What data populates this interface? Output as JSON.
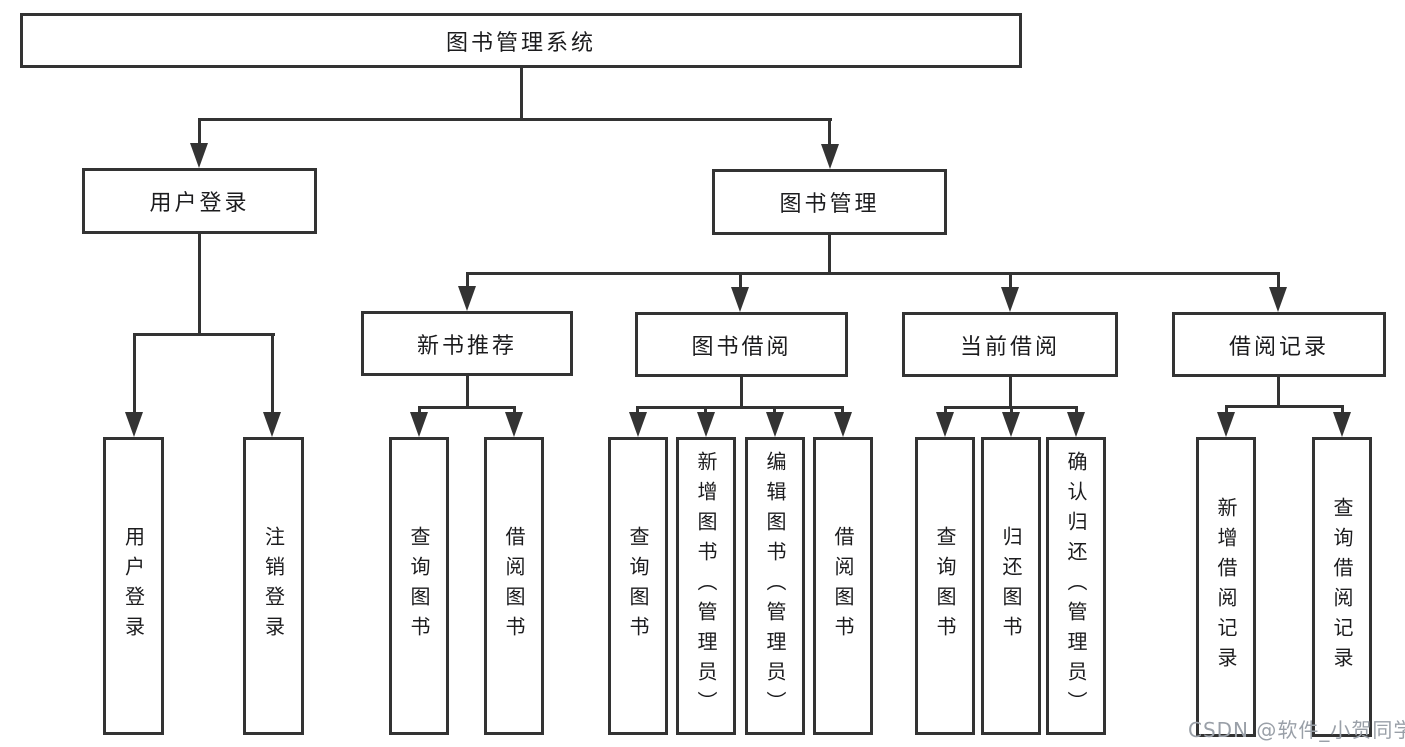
{
  "title": "图书管理系统",
  "tree": {
    "label": "图书管理系统",
    "children": [
      {
        "label": "用户登录",
        "children": [
          {
            "label": "用户登录"
          },
          {
            "label": "注销登录"
          }
        ]
      },
      {
        "label": "图书管理",
        "children": [
          {
            "label": "新书推荐",
            "children": [
              {
                "label": "查询图书"
              },
              {
                "label": "借阅图书"
              }
            ]
          },
          {
            "label": "图书借阅",
            "children": [
              {
                "label": "查询图书"
              },
              {
                "label": "新增图书（管理员）"
              },
              {
                "label": "编辑图书（管理员）"
              },
              {
                "label": "借阅图书"
              }
            ]
          },
          {
            "label": "当前借阅",
            "children": [
              {
                "label": "查询图书"
              },
              {
                "label": "归还图书"
              },
              {
                "label": "确认归还（管理员）"
              }
            ]
          },
          {
            "label": "借阅记录",
            "children": [
              {
                "label": "新增借阅记录"
              },
              {
                "label": "查询借阅记录"
              }
            ]
          }
        ]
      }
    ]
  },
  "watermark": {
    "text": "CSDN @软件_小贺同学"
  },
  "colors": {
    "line": "#333333",
    "text": "#1c1c1e",
    "background": "#ffffff",
    "watermark": "#9aa0a8"
  }
}
